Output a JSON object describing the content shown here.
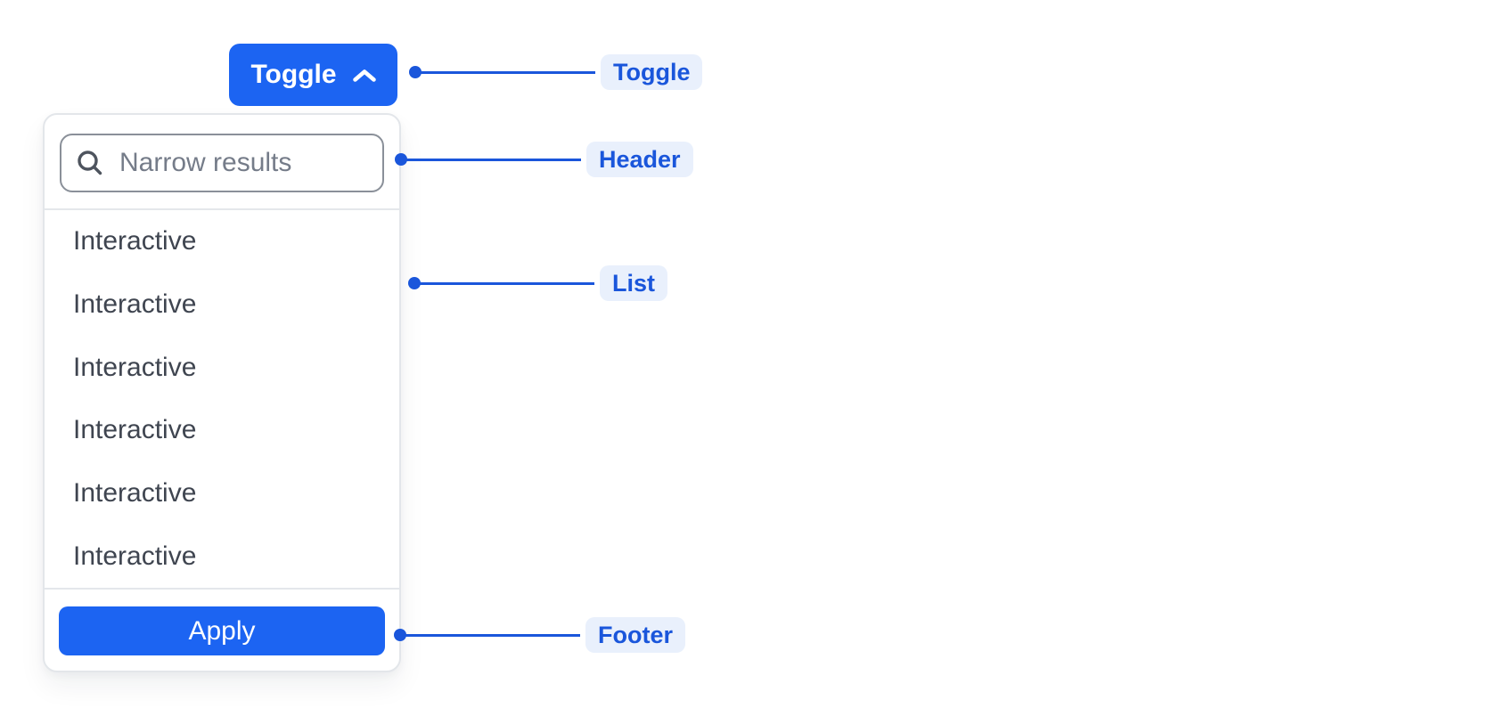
{
  "colors": {
    "primary_blue": "#1C64F2",
    "annotation_blue": "#1A56DB",
    "annotation_pill_bg": "#E9F0FC",
    "panel_border": "#E3E6EA",
    "divider": "#E4E7EB",
    "input_border": "#8A9099",
    "list_text": "#3F4550",
    "placeholder_text": "#757C89"
  },
  "toggle_button": {
    "label": "Toggle",
    "icon": "chevron-up-icon"
  },
  "dropdown": {
    "header": {
      "icon": "search-icon",
      "search_placeholder": "Narrow results",
      "search_value": ""
    },
    "list": {
      "items": [
        {
          "label": "Interactive"
        },
        {
          "label": "Interactive"
        },
        {
          "label": "Interactive"
        },
        {
          "label": "Interactive"
        },
        {
          "label": "Interactive"
        },
        {
          "label": "Interactive"
        }
      ]
    },
    "footer": {
      "apply_label": "Apply"
    }
  },
  "annotations": {
    "toggle": {
      "label": "Toggle"
    },
    "header": {
      "label": "Header"
    },
    "list": {
      "label": "List"
    },
    "footer": {
      "label": "Footer"
    }
  }
}
